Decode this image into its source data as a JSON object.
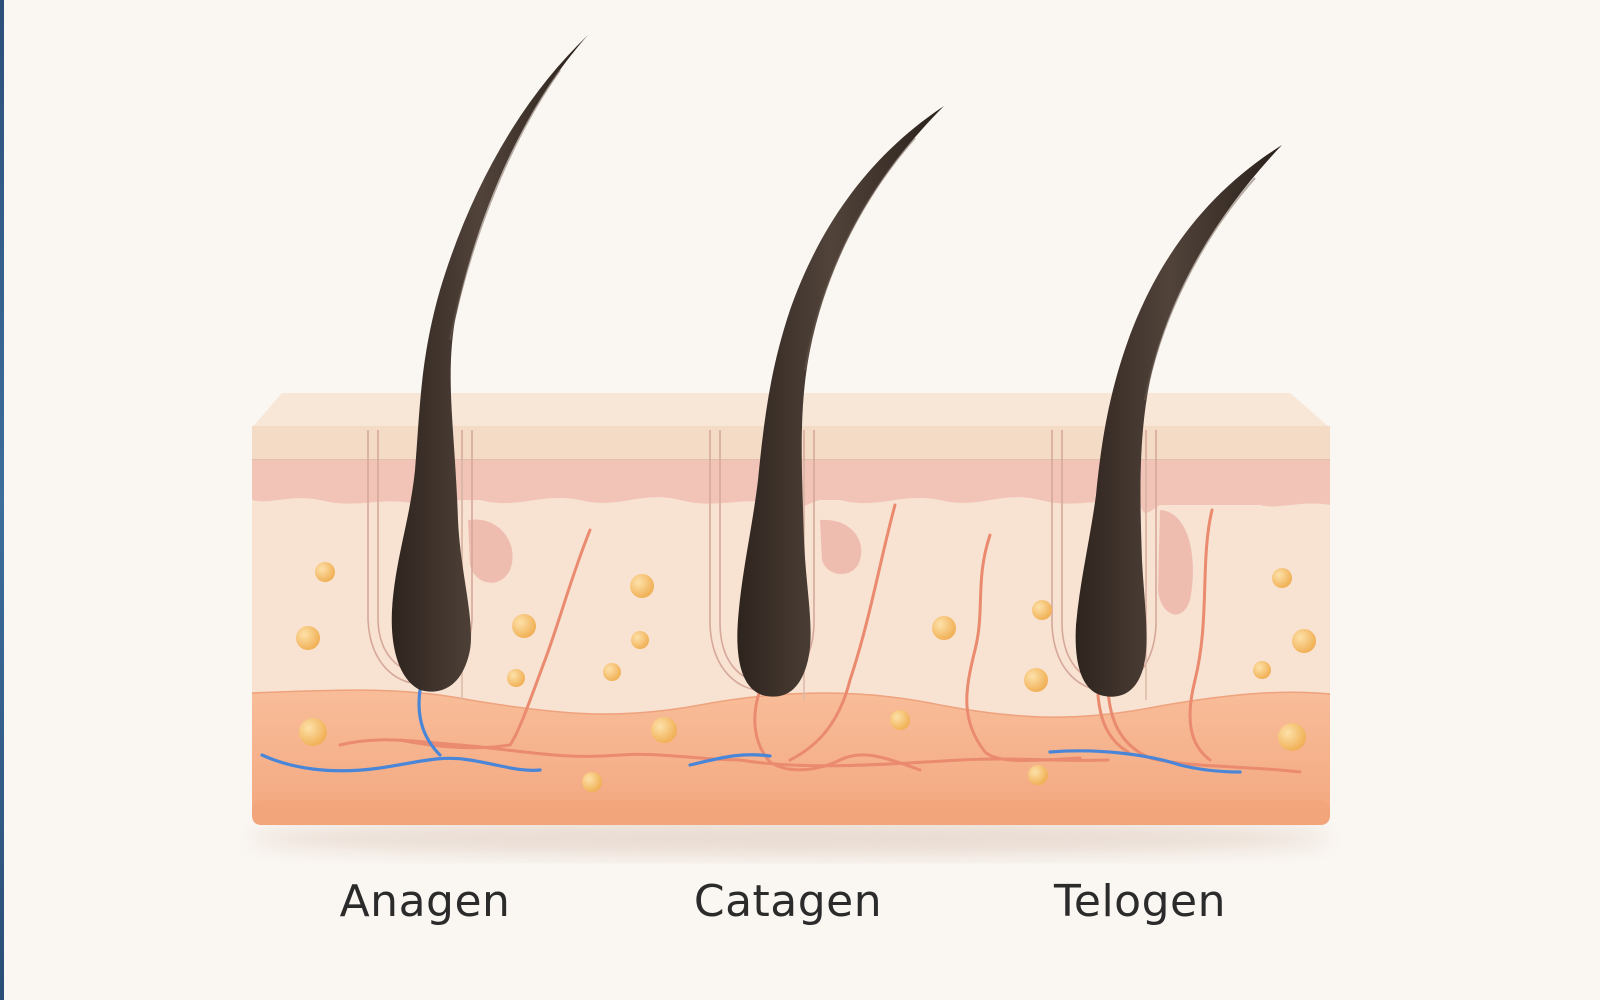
{
  "labels": {
    "anagen": "Anagen",
    "catagen": "Catagen",
    "telogen": "Telogen"
  },
  "colors": {
    "background": "#faf6f2",
    "epidermis_top": "#f3dcc8",
    "epidermis_pink": "#f2c6bb",
    "dermis": "#f8e2d2",
    "subcutis": "#f6b48e",
    "hair": "#3d3129",
    "vessel_red": "#ea8a6e",
    "vessel_blue": "#4a86d8",
    "fat_globule": "#f6bf6a",
    "text": "#2b2b2b"
  }
}
